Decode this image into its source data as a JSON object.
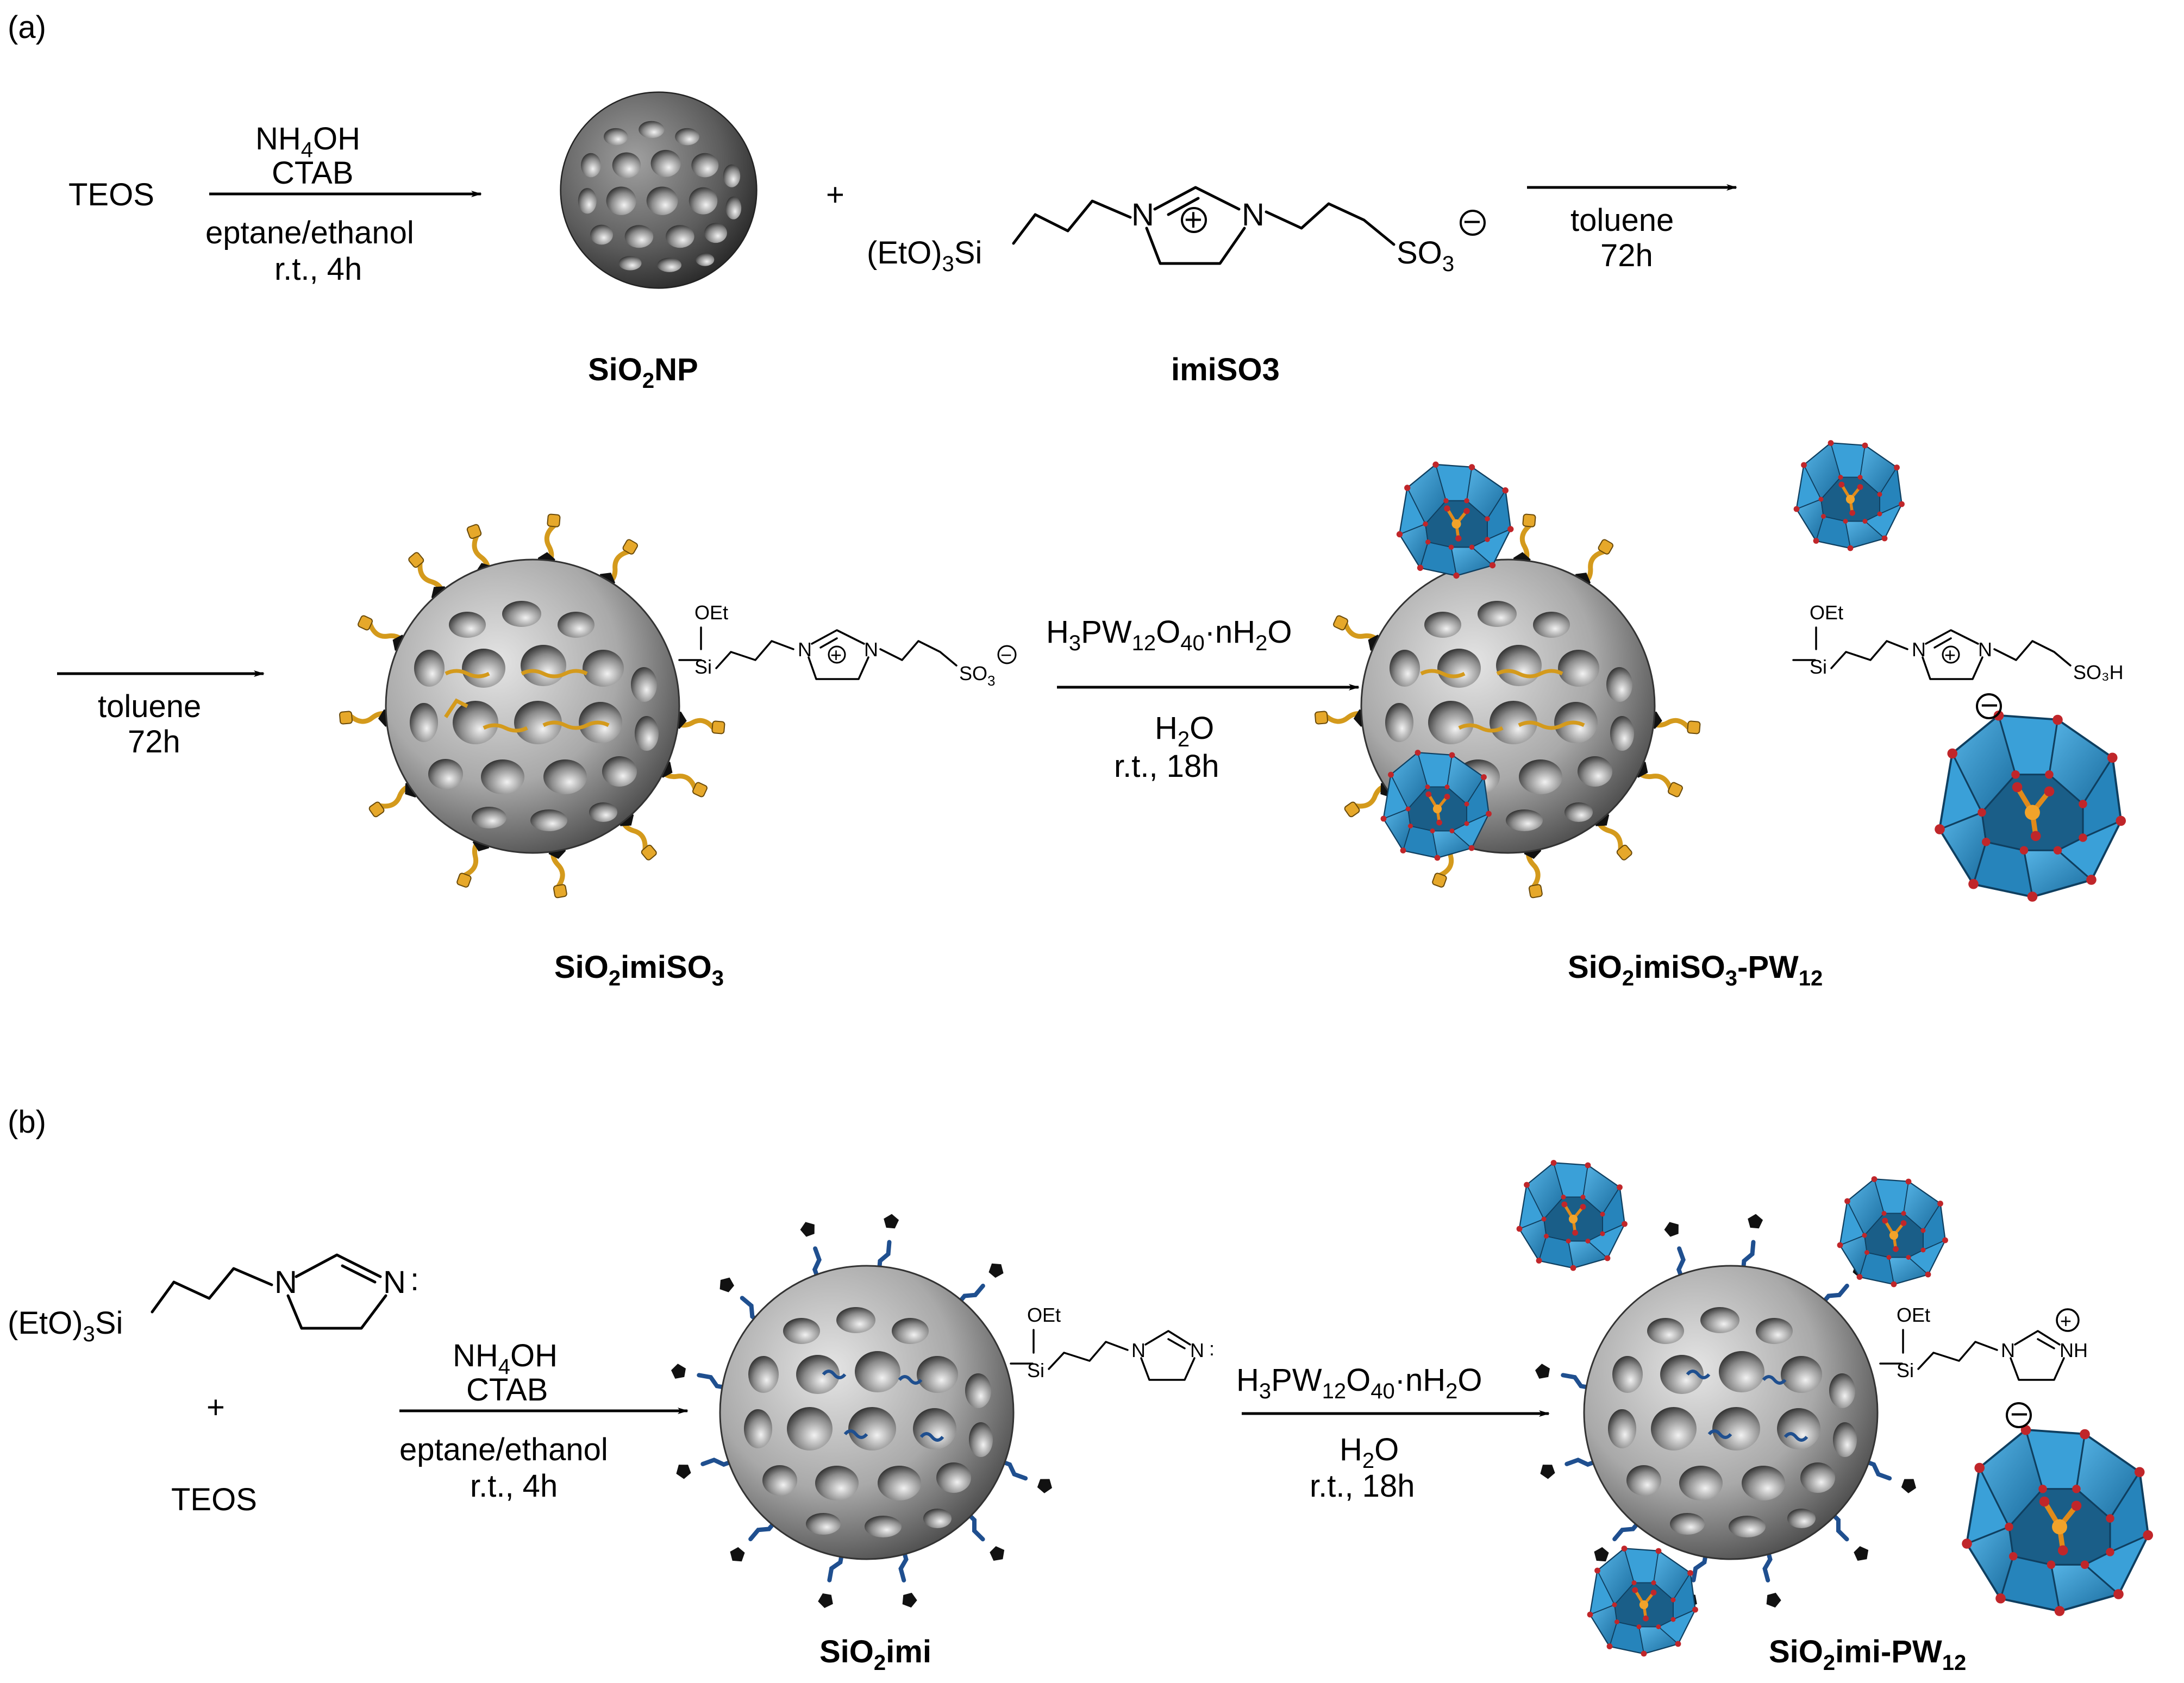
{
  "panel_a": {
    "label": "(a)",
    "step1": {
      "reactant": "TEOS",
      "cond_top_1": "NH",
      "cond_top_1_sub": "4",
      "cond_top_1_end": "OH",
      "cond_top_2": "CTAB",
      "cond_bottom_1": "eptane/ethanol",
      "cond_bottom_2": "r.t., 4h"
    },
    "plus": "+",
    "np_label_a": "SiO",
    "np_label_sub": "2",
    "np_label_b": "NP",
    "reagent": {
      "si_group_a": "(EtO)",
      "si_group_sub": "3",
      "si_group_b": "Si",
      "n1": "N",
      "n2": "N",
      "charge": "+",
      "so3": "SO",
      "so3_sub": "3",
      "neg": "−",
      "label": "imiSO3"
    },
    "step2": {
      "cond_top": "toluene",
      "cond_bottom": "72h"
    },
    "step3": {
      "cond_top": "toluene",
      "cond_bottom": "72h"
    },
    "product1": {
      "oet": "OEt",
      "si": "Si",
      "n1": "N",
      "n2": "N",
      "so3": "SO",
      "so3_sub": "3",
      "neg": "−",
      "label_a": "SiO",
      "label_sub": "2",
      "label_b": "imiSO",
      "label_sub2": "3"
    },
    "step4": {
      "cond_top_a": "H",
      "cond_top_s1": "3",
      "cond_top_b": "PW",
      "cond_top_s2": "12",
      "cond_top_c": "O",
      "cond_top_s3": "40",
      "cond_top_d": "·nH",
      "cond_top_s4": "2",
      "cond_top_e": "O",
      "cond_bottom_1a": "H",
      "cond_bottom_1s": "2",
      "cond_bottom_1b": "O",
      "cond_bottom_2": "r.t., 18h"
    },
    "product2": {
      "oet": "OEt",
      "si": "Si",
      "n1": "N",
      "n2": "N",
      "so3h": "SO₃H",
      "neg": "−",
      "label_a": "SiO",
      "label_sub": "2",
      "label_b": "imiSO",
      "label_sub2": "3",
      "label_c": "-PW",
      "label_sub3": "12"
    }
  },
  "panel_b": {
    "label": "(b)",
    "reagent": {
      "si_group_a": "(EtO)",
      "si_group_sub": "3",
      "si_group_b": "Si",
      "n1": "N",
      "n2": "N",
      "colon": ":"
    },
    "plus": "+",
    "teos": "TEOS",
    "step1": {
      "cond_top_1": "NH",
      "cond_top_1_sub": "4",
      "cond_top_1_end": "OH",
      "cond_top_2": "CTAB",
      "cond_bottom_1": "eptane/ethanol",
      "cond_bottom_2": "r.t., 4h"
    },
    "product1": {
      "oet": "OEt",
      "si": "Si",
      "n1": "N",
      "n2": "N",
      "colon": ":",
      "label_a": "SiO",
      "label_sub": "2",
      "label_b": "imi"
    },
    "step2": {
      "cond_top_a": "H",
      "cond_top_s1": "3",
      "cond_top_b": "PW",
      "cond_top_s2": "12",
      "cond_top_c": "O",
      "cond_top_s3": "40",
      "cond_top_d": "·nH",
      "cond_top_s4": "2",
      "cond_top_e": "O",
      "cond_bottom_1a": "H",
      "cond_bottom_1s": "2",
      "cond_bottom_1b": "O",
      "cond_bottom_2": "r.t., 18h"
    },
    "product2": {
      "oet": "OEt",
      "si": "Si",
      "n1": "N",
      "nh": "NH",
      "pos": "+",
      "neg": "−",
      "label_a": "SiO",
      "label_sub": "2",
      "label_b": "imi-PW",
      "label_sub2": "12"
    }
  },
  "colors": {
    "linker_a": "#d49a1c",
    "linker_b": "#1f4f8f",
    "polyoxometalate": "#2e8ec4",
    "oxygen_atom": "#c0262a",
    "sphere": "#8a8a8a"
  },
  "icons": [
    "silica-nanoparticle",
    "keggin-polyoxometalate",
    "reaction-arrow"
  ]
}
